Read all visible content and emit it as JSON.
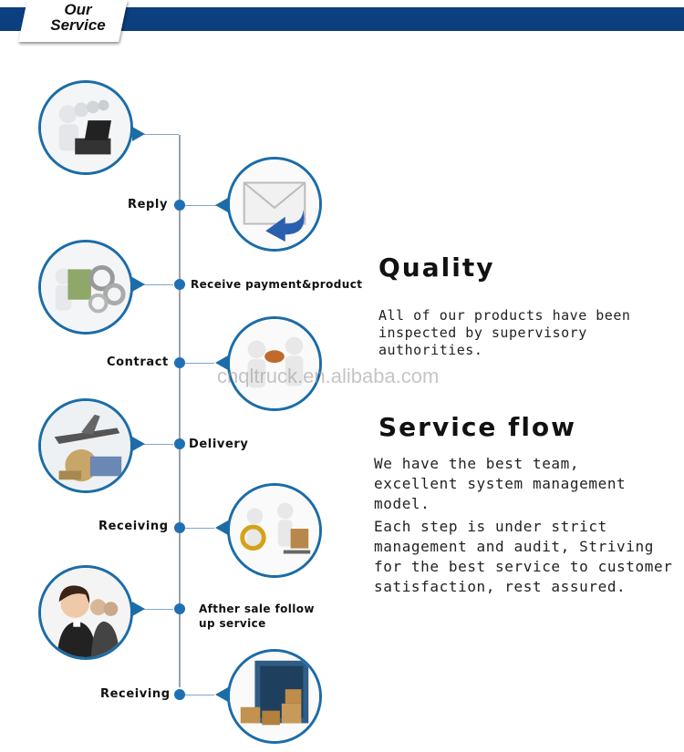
{
  "header": {
    "tab_label": "Our\nService"
  },
  "flow": {
    "steps": [
      {
        "label": "Reply"
      },
      {
        "label": "Receive payment&product"
      },
      {
        "label": "Contract"
      },
      {
        "label": "Delivery"
      },
      {
        "label": "Receiving"
      },
      {
        "label": "Afther sale follow\nup service"
      },
      {
        "label": "Receiving"
      }
    ]
  },
  "watermark": "cnqltruck.en.alibaba.com",
  "quality": {
    "title": "Quality",
    "text": "All of our products have been\ninspected by  supervisory\nauthorities."
  },
  "service_flow": {
    "title": "Service flow",
    "para1": "We have the best team,\nexcellent system management\nmodel.",
    "para2": "Each step is under strict\nmanagement and audit, Striving\nfor the best service to customer\nsatisfaction, rest assured."
  },
  "colors": {
    "header_bar": "#0b3f7f",
    "accent": "#1f6fb4",
    "circle_border": "#1b6ca8",
    "line": "#9aa2ab"
  },
  "icons": [
    "call-center-icon",
    "mail-reply-icon",
    "payment-gears-icon",
    "handshake-icon",
    "airplane-globe-icon",
    "delivery-ring-icon",
    "customer-service-icon",
    "container-boxes-icon"
  ]
}
